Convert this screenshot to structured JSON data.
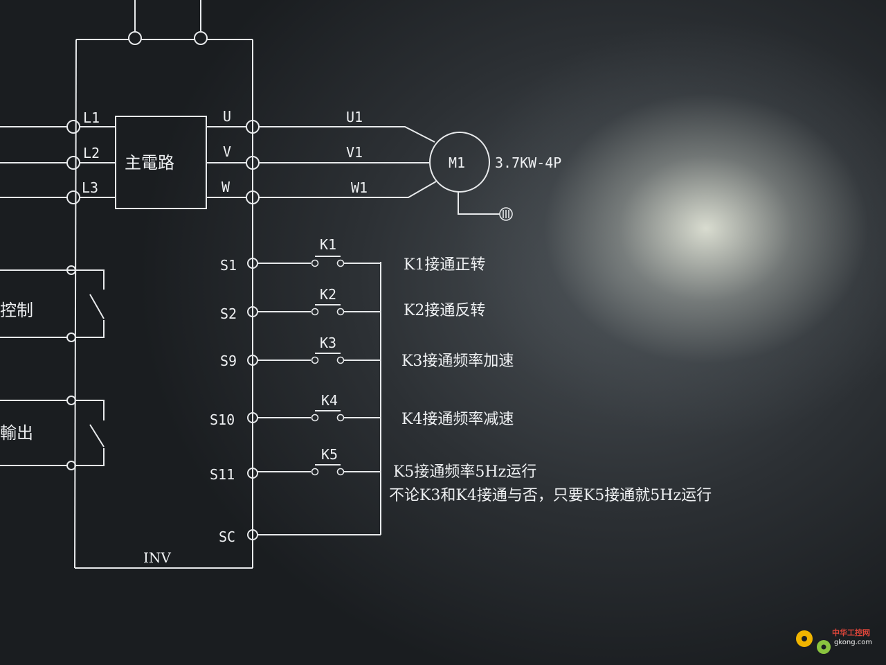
{
  "inverter": {
    "main_circuit": "主電路",
    "name": "INV"
  },
  "inputs": [
    "L1",
    "L2",
    "L3"
  ],
  "outputs": [
    "U",
    "V",
    "W"
  ],
  "motor_wires": [
    "U1",
    "V1",
    "W1"
  ],
  "motor": {
    "label": "M1",
    "rating": "3.7KW-4P"
  },
  "side_labels": {
    "control": "控制",
    "output": "輸出"
  },
  "terminals": [
    "S1",
    "S2",
    "S9",
    "S10",
    "S11",
    "SC"
  ],
  "contacts": [
    "K1",
    "K2",
    "K3",
    "K4",
    "K5"
  ],
  "descriptions": [
    "K1接通正转",
    "K2接通反转",
    "K3接通频率加速",
    "K4接通频率减速",
    "K5接通频率5Hz运行"
  ],
  "note": "不论K3和K4接通与否，只要K5接通就5Hz运行",
  "watermark": {
    "name": "中华工控网",
    "url": "gkong.com"
  }
}
